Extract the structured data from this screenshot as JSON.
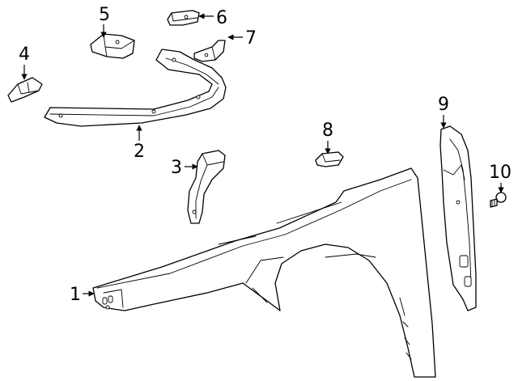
{
  "callouts": [
    {
      "number": "1"
    },
    {
      "number": "2"
    },
    {
      "number": "3"
    },
    {
      "number": "4"
    },
    {
      "number": "5"
    },
    {
      "number": "6"
    },
    {
      "number": "7"
    },
    {
      "number": "8"
    },
    {
      "number": "9"
    },
    {
      "number": "10"
    }
  ]
}
